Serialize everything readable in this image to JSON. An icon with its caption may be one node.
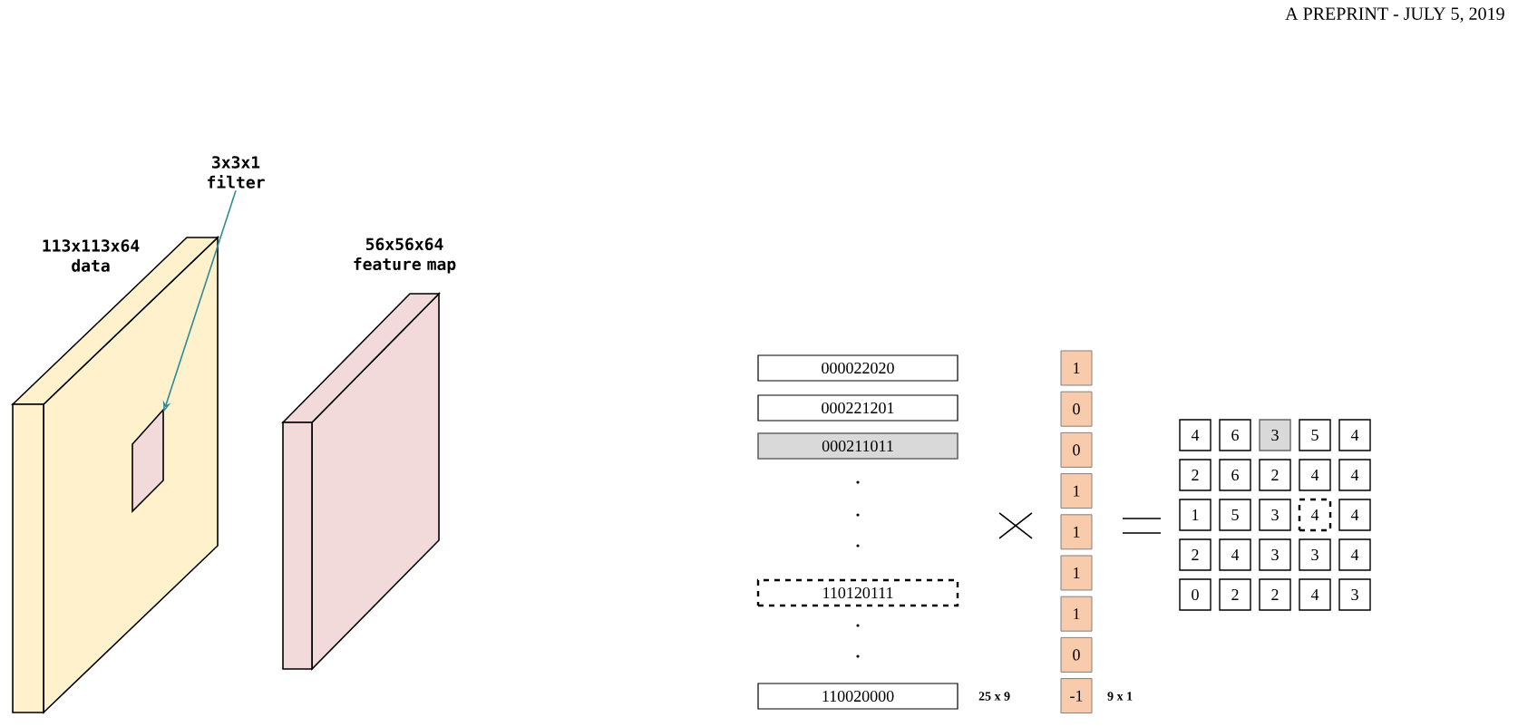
{
  "diagram": {
    "nodes": [
      {
        "text": [
          "113x113x64 data"
        ]
      },
      {
        "text": [
          "3x3x1 filter"
        ]
      },
      {
        "text": [],
        "shape": "box",
        "in": 0
      },
      {
        "text": [
          "56x56x64 feature map"
        ]
      },
      {
        "text": [
          "000022020"
        ]
      },
      {
        "text": [
          "000221201"
        ]
      },
      {
        "text": [
          "000211011"
        ]
      },
      {
        "text": [
          "110120111"
        ]
      },
      {
        "text": [
          "110020000"
        ]
      },
      {
        "text": [
          "1"
        ]
      },
      {
        "text": [
          "0"
        ]
      },
      {
        "text": [
          "0"
        ]
      },
      {
        "text": [
          "1"
        ]
      },
      {
        "text": [
          "1"
        ]
      },
      {
        "text": [
          "1"
        ]
      },
      {
        "text": [
          "1"
        ]
      },
      {
        "text": [
          "0"
        ]
      },
      {
        "text": [
          "-1"
        ]
      },
      {
        "text": [
          "4"
        ]
      },
      {
        "text": [
          "6"
        ]
      },
      {
        "text": [
          "3"
        ]
      },
      {
        "text": [
          "5"
        ]
      },
      {
        "text": [
          "4"
        ]
      },
      {
        "text": [
          "2"
        ]
      },
      {
        "text": [
          "6"
        ]
      },
      {
        "text": [
          "2"
        ]
      },
      {
        "text": [
          "4"
        ]
      },
      {
        "text": [
          "4"
        ]
      },
      {
        "text": [
          "1"
        ]
      },
      {
        "text": [
          "5"
        ]
      },
      {
        "text": [
          "3"
        ]
      },
      {
        "text": [
          "4"
        ]
      },
      {
        "text": [
          "4"
        ]
      },
      {
        "text": [
          "2"
        ]
      },
      {
        "text": [
          "4"
        ]
      },
      {
        "text": [
          "3"
        ]
      },
      {
        "text": [
          "3"
        ]
      },
      {
        "text": [
          "4"
        ]
      },
      {
        "text": [
          "0"
        ]
      },
      {
        "text": [
          "2"
        ]
      },
      {
        "text": [
          "2"
        ]
      },
      {
        "text": [
          "4"
        ]
      },
      {
        "text": [
          "3"
        ]
      }
    ],
    "edges": [
      {
        "from": 1,
        "to": 2,
        "arrow": "to",
        "color": "#2e8b9a"
      }
    ],
    "labels": [
      "A PREPRINT - JULY 5, 2019",
      "25 x 9",
      "9 x 1"
    ]
  }
}
